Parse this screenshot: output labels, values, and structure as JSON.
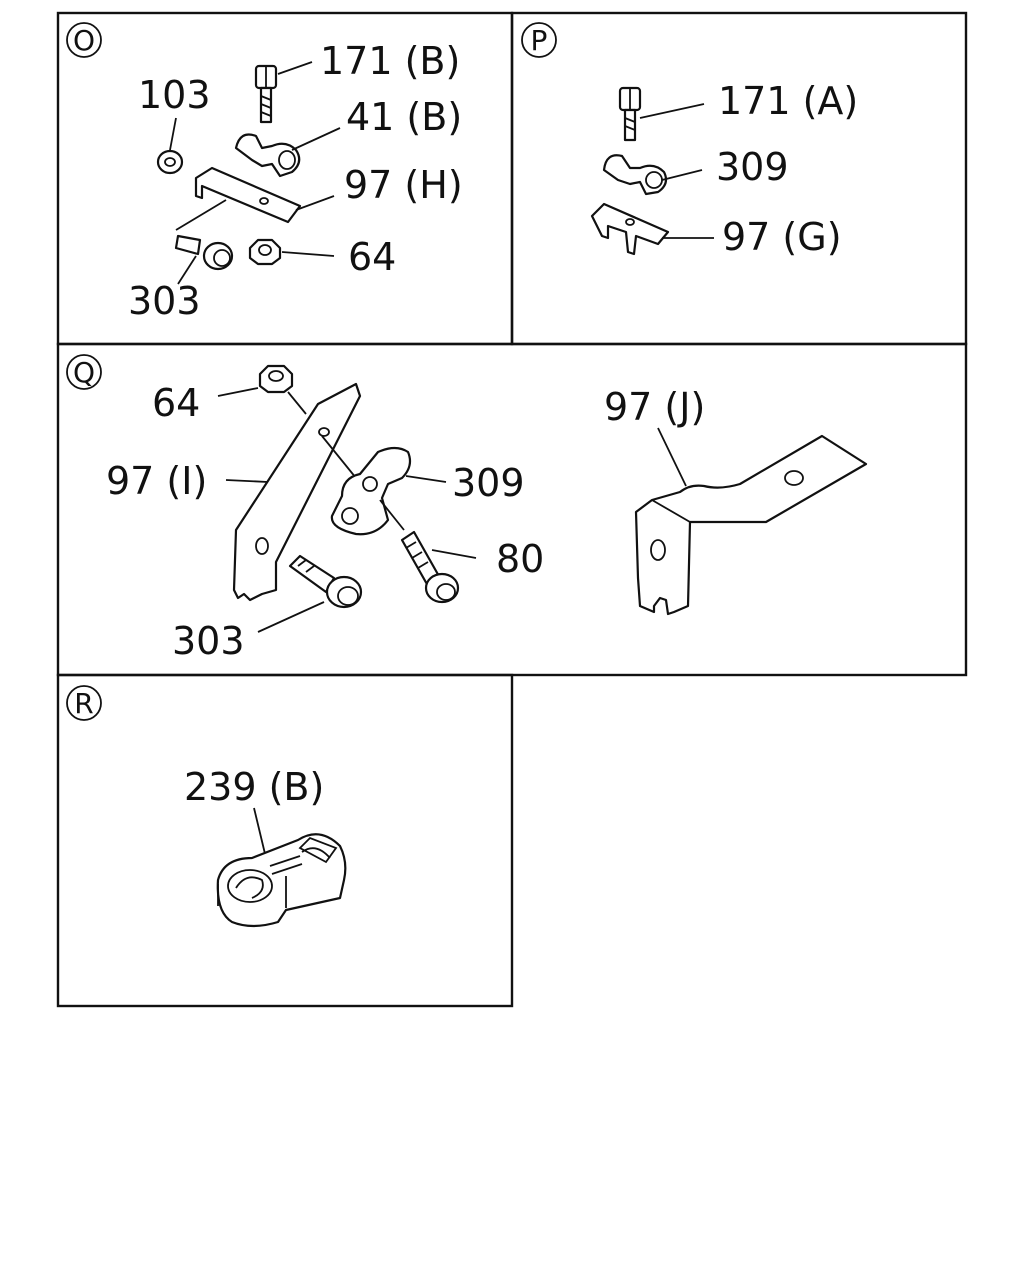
{
  "panels": {
    "O": {
      "badge": "O",
      "labels": {
        "bolt_top": "171 (B)",
        "clip": "41 (B)",
        "bracket": "97 (H)",
        "washer": "103",
        "nut": "64",
        "bolt_side": "303"
      }
    },
    "P": {
      "badge": "P",
      "labels": {
        "bolt_top": "171 (A)",
        "clip": "309",
        "bracket": "97 (G)"
      }
    },
    "Q": {
      "badge": "Q",
      "labels": {
        "nut": "64",
        "bracket_i": "97 (I)",
        "clip": "309",
        "bolt_long": "80",
        "bolt_side": "303",
        "bracket_j": "97 (J)"
      }
    },
    "R": {
      "badge": "R",
      "labels": {
        "clip": "239 (B)"
      }
    }
  }
}
